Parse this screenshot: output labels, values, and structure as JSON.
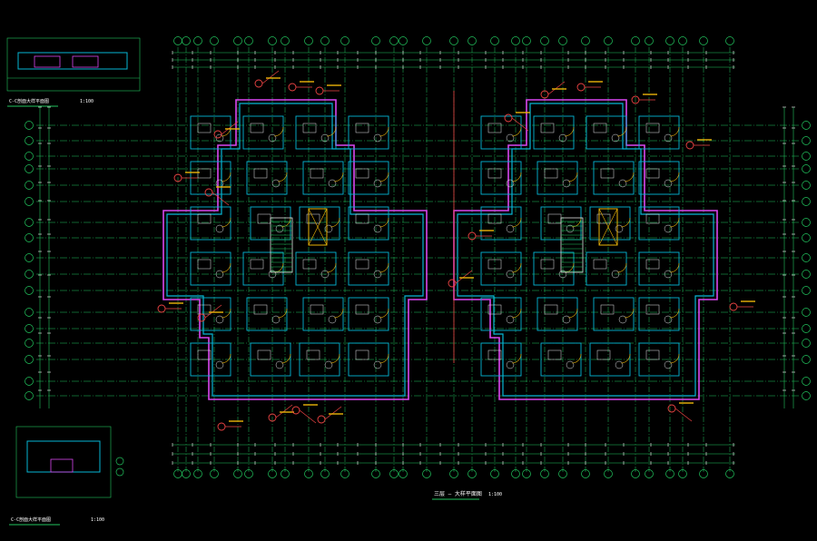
{
  "drawing": {
    "background": "#000000",
    "colors": {
      "axis": "#22c55e",
      "wall": "#06b6d4",
      "outline": "#d946ef",
      "annotation": "#ef4444",
      "furniture": "#e5e7eb",
      "highlight": "#eab308",
      "white": "#ffffff"
    },
    "main_plan": {
      "title": "三层 — 大样平面图",
      "scale": "1:100"
    },
    "detail_top": {
      "title": "C-C剖面大样平面图",
      "scale": "1:100"
    },
    "detail_bottom": {
      "title": "C-C剖面大样平面图",
      "scale": "1:100"
    }
  }
}
